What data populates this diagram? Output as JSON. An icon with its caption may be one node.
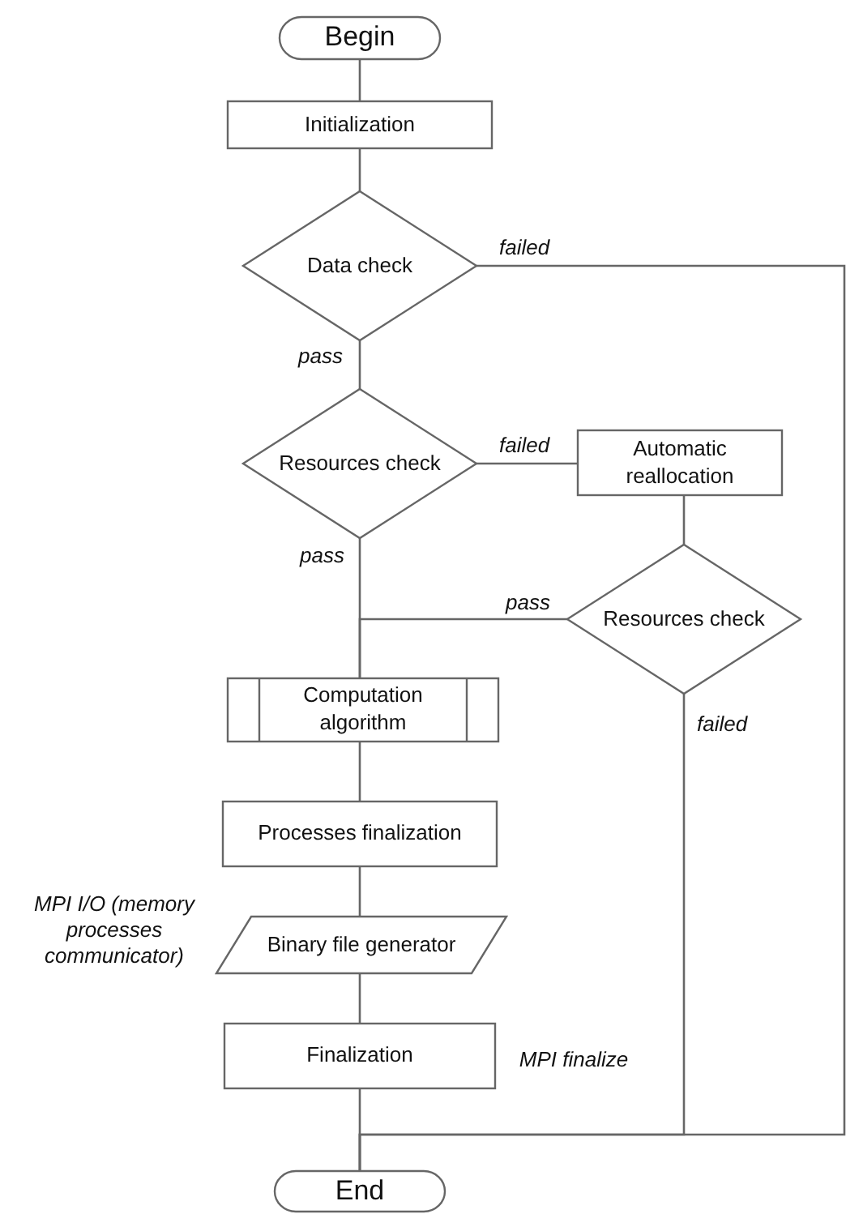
{
  "diagram": {
    "nodes": [
      {
        "text": [
          "Begin"
        ]
      },
      {
        "text": [
          "Initialization"
        ]
      },
      {
        "text": [
          "Data check"
        ]
      },
      {
        "text": [
          "Resources check"
        ]
      },
      {
        "text": [
          "Automatic reallocation"
        ]
      },
      {
        "text": [
          "Resources check"
        ]
      },
      {
        "text": [
          "Computation algorithm"
        ]
      },
      {
        "text": [
          "Processes finalization"
        ]
      },
      {
        "text": [
          "Binary file generator"
        ],
        "beside": [
          "MPI I/O (memory processes communicator)"
        ]
      },
      {
        "text": [
          "Finalization"
        ],
        "beside": [
          "MPI finalize"
        ]
      },
      {
        "text": [
          "End"
        ]
      }
    ],
    "edges": [
      {
        "from": 0,
        "to": 1,
        "arrow": "none"
      },
      {
        "from": 1,
        "to": 2,
        "arrow": "none"
      },
      {
        "from": 2,
        "to": 3,
        "arrow": "none",
        "label": "pass"
      },
      {
        "from": 2,
        "to": 10,
        "arrow": "none",
        "label": "failed"
      },
      {
        "from": 3,
        "to": 4,
        "arrow": "none",
        "label": "failed"
      },
      {
        "from": 3,
        "to": 6,
        "arrow": "none",
        "label": "pass"
      },
      {
        "from": 4,
        "to": 5,
        "arrow": "none"
      },
      {
        "from": 5,
        "to": 6,
        "arrow": "none",
        "label": "pass"
      },
      {
        "from": 5,
        "to": 10,
        "arrow": "none",
        "label": "failed"
      },
      {
        "from": 6,
        "to": 7,
        "arrow": "none"
      },
      {
        "from": 7,
        "to": 8,
        "arrow": "none"
      },
      {
        "from": 8,
        "to": 9,
        "arrow": "none"
      },
      {
        "from": 9,
        "to": 10,
        "arrow": "none"
      }
    ]
  }
}
